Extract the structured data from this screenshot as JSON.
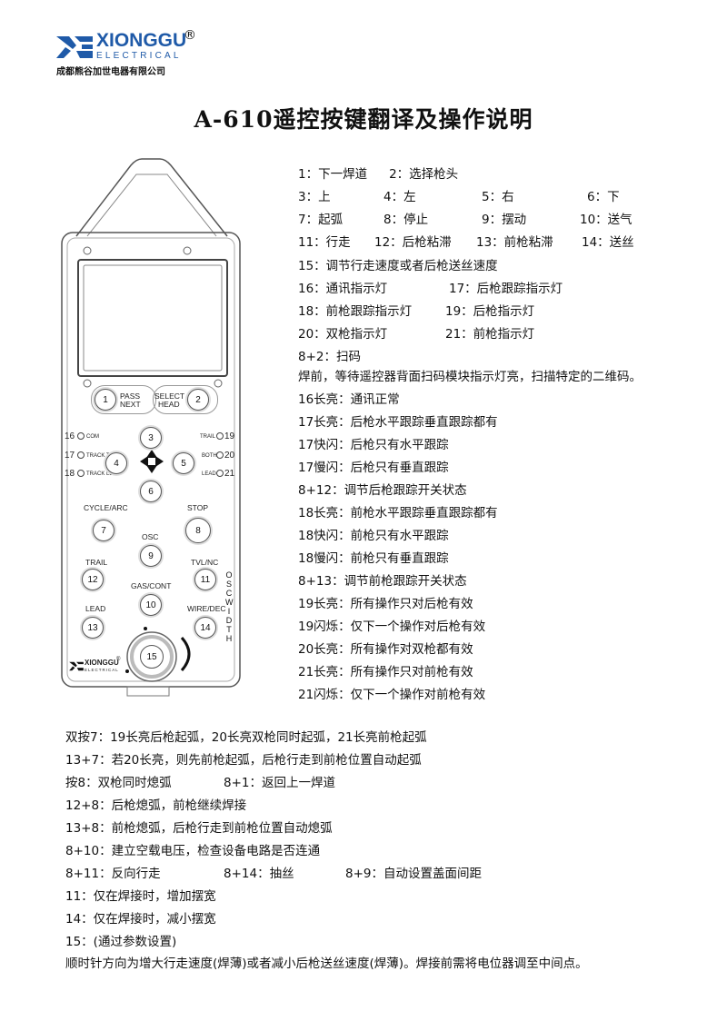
{
  "header": {
    "logo_word": "XIONGGU",
    "logo_reg": "®",
    "logo_sub": "ELECTRICAL",
    "company": "成都熊谷加世电器有限公司"
  },
  "title": "A-610遥控按键翻译及操作说明",
  "device": {
    "buttons": {
      "b1": "1",
      "b2": "2",
      "b3": "3",
      "b4": "4",
      "b5": "5",
      "b6": "6",
      "b7": "7",
      "b8": "8",
      "b9": "9",
      "b10": "10",
      "b11": "11",
      "b12": "12",
      "b13": "13",
      "b14": "14",
      "b15": "15"
    },
    "labels": {
      "pass": "PASS",
      "next": "NEXT",
      "select": "SELECT",
      "head": "HEAD",
      "n16": "16",
      "com": "COM",
      "n17": "17",
      "track_trail": "TRACK TRAIL",
      "n18": "18",
      "track_lead": "TRACK LEAD",
      "trail_s": "TRAIL",
      "n19": "19",
      "both": "BOTH",
      "n20": "20",
      "lead_s": "LEAD",
      "n21": "21",
      "cycle_arc": "CYCLE/ARC",
      "stop": "STOP",
      "osc": "OSC",
      "trail": "TRAIL",
      "tvl_nc": "TVL/NC",
      "gas_cont": "GAS/CONT",
      "lead": "LEAD",
      "wire_dec": "WIRE/DEC",
      "osc_vert": "OSC",
      "width_vert": "WIDTH"
    },
    "logo_word": "XIONGGU",
    "logo_sub": "ELECTRICAL",
    "logo_reg": "®"
  },
  "legend": [
    [
      "1：下一焊道",
      "2：选择枪头"
    ],
    [
      "3：上",
      "4：左",
      "5：右",
      "6：下"
    ],
    [
      "7：起弧",
      "8：停止",
      "9：摆动",
      "10：送气"
    ],
    [
      "11：行走",
      "12：后枪粘滞",
      "13：前枪粘滞",
      "14：送丝"
    ],
    [
      "15：调节行走速度或者后枪送丝速度"
    ],
    [
      "16：通讯指示灯",
      "17：后枪跟踪指示灯"
    ],
    [
      "18：前枪跟踪指示灯",
      "19：后枪指示灯"
    ],
    [
      "20：双枪指示灯",
      "21：前枪指示灯"
    ],
    [
      "8+2：扫码"
    ],
    [
      "焊前，等待遥控器背面扫码模块指示灯亮，扫描特定的二维码。"
    ],
    [
      "16长亮：通讯正常"
    ],
    [
      "17长亮：后枪水平跟踪垂直跟踪都有"
    ],
    [
      "17快闪：后枪只有水平跟踪"
    ],
    [
      "17慢闪：后枪只有垂直跟踪"
    ],
    [
      "8+12：调节后枪跟踪开关状态"
    ],
    [
      "18长亮：前枪水平跟踪垂直跟踪都有"
    ],
    [
      "18快闪：前枪只有水平跟踪"
    ],
    [
      "18慢闪：前枪只有垂直跟踪"
    ],
    [
      "8+13：调节前枪跟踪开关状态"
    ],
    [
      "19长亮：所有操作只对后枪有效"
    ],
    [
      "19闪烁：仅下一个操作对后枪有效"
    ],
    [
      "20长亮：所有操作对双枪都有效"
    ],
    [
      "21长亮：所有操作只对前枪有效"
    ],
    [
      "21闪烁：仅下一个操作对前枪有效"
    ]
  ],
  "notes": [
    [
      "双按7：19长亮后枪起弧，20长亮双枪同时起弧，21长亮前枪起弧"
    ],
    [
      "13+7：若20长亮，则先前枪起弧，后枪行走到前枪位置自动起弧"
    ],
    [
      "按8：双枪同时熄弧",
      "8+1：返回上一焊道"
    ],
    [
      "12+8：后枪熄弧，前枪继续焊接"
    ],
    [
      "13+8：前枪熄弧，后枪行走到前枪位置自动熄弧"
    ],
    [
      "8+10：建立空载电压，检查设备电路是否连通"
    ],
    [
      "8+11：反向行走",
      "8+14：抽丝",
      "8+9：自动设置盖面间距"
    ],
    [
      "11：仅在焊接时，增加摆宽"
    ],
    [
      "14：仅在焊接时，减小摆宽"
    ],
    [
      "15：(通过参数设置)"
    ],
    [
      "顺时针方向为增大行走速度(焊薄)或者减小后枪送丝速度(焊薄)。焊接前需将电位器调至中间点。"
    ]
  ]
}
